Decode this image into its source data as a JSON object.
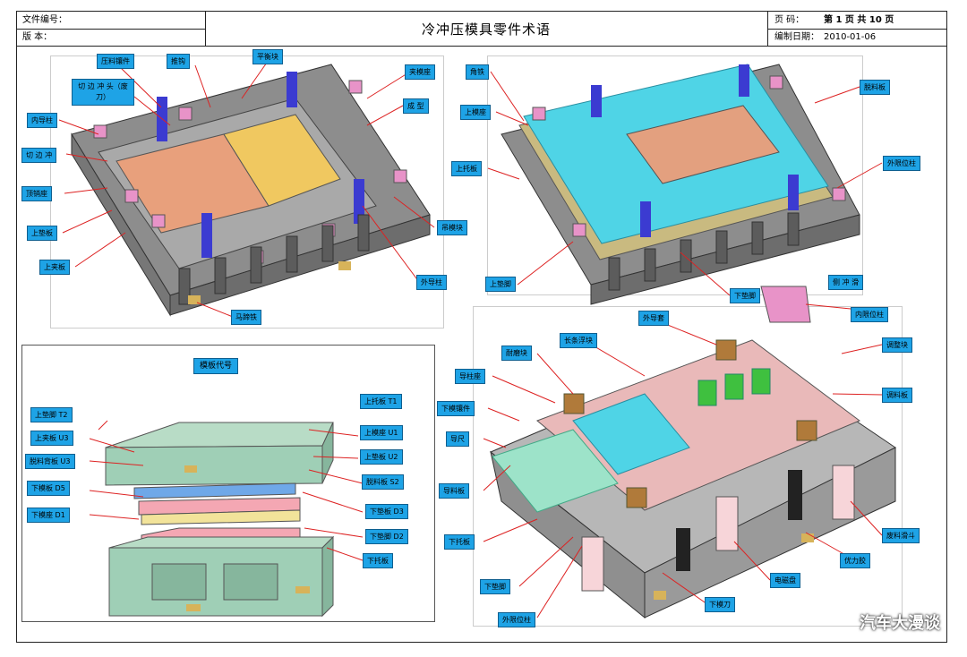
{
  "header": {
    "doc_no_label": "文件编号：",
    "version_label": "版     本：",
    "title": "冷冲压模具零件术语",
    "page_label": "页     码：",
    "page_value": "第 1 页  共 10 页",
    "date_label": "编制日期：",
    "date_value": "2010-01-06"
  },
  "panel_top_left": {
    "labels": [
      "压料镶件",
      "推钩",
      "平衡块",
      "切 边 冲 头（废刀）",
      "内导柱",
      "切 边 冲",
      "顶销座",
      "上垫板",
      "上夹板",
      "夹模座",
      "成  型",
      "吊模块",
      "外导柱",
      "马蹄铁"
    ]
  },
  "panel_top_right": {
    "labels": [
      "角铁",
      "上模座",
      "上托板",
      "上垫脚",
      "脱料板",
      "外限位柱",
      "下垫脚"
    ]
  },
  "panel_bottom_left": {
    "title": "模板代号",
    "left_labels": [
      "上垫脚  T2",
      "上夹板  U3",
      "脱料背板  U3",
      "下模板  D5",
      "下模座  D1"
    ],
    "right_labels": [
      "上托板  T1",
      "上模座  U1",
      "上垫板  U2",
      "脱料板  S2",
      "下垫板  D3",
      "下垫脚  D2",
      "下托板"
    ]
  },
  "panel_bottom_right": {
    "labels": [
      "外导套",
      "侧 冲 滑",
      "内限位柱",
      "调整块",
      "长条浮块",
      "耐磨块",
      "导柱座",
      "调料板",
      "下模镶件",
      "导尺",
      "导料板",
      "下托板",
      "下垫脚",
      "外限位柱",
      "电磁盘",
      "下模刀",
      "优力胶",
      "废料滑斗"
    ]
  },
  "watermark": "汽车大漫谈",
  "colors": {
    "callout": "#1ea3e6",
    "plate_gray": "#8c8c8c",
    "plate_green": "#9fcfb6",
    "plate_pink": "#f4a7b3",
    "plate_blue": "#6fa8e8",
    "cyan": "#4fd4e6"
  }
}
